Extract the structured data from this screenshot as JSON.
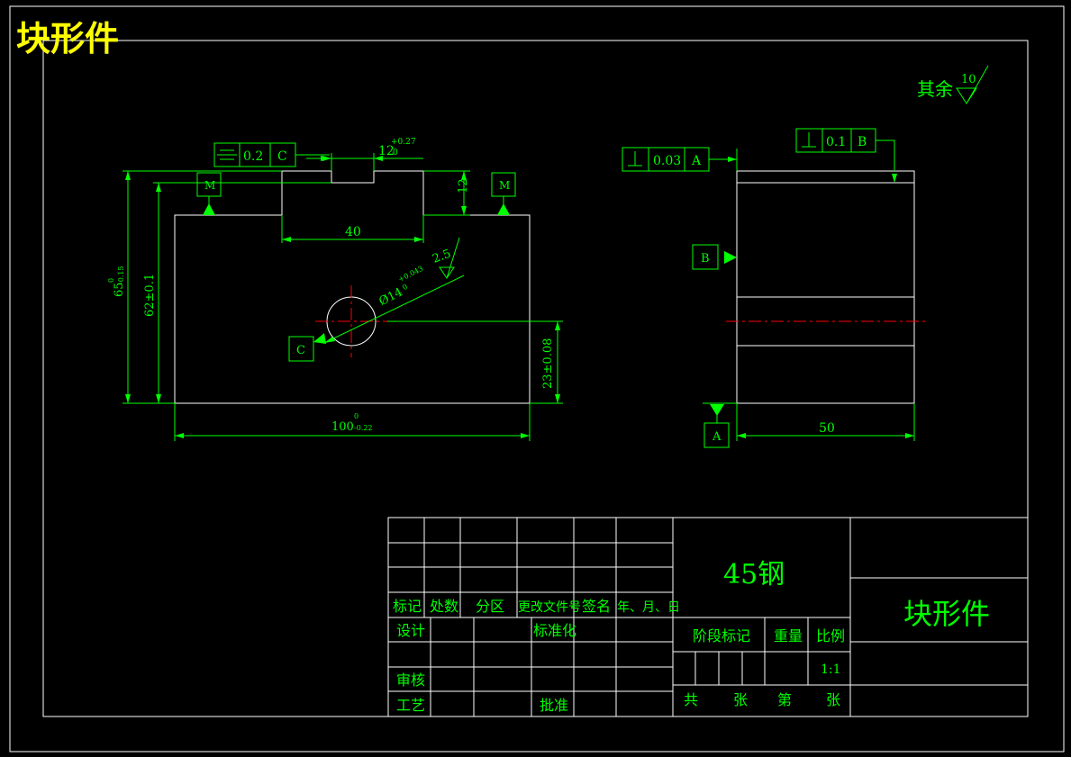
{
  "drawing_title": "块形件",
  "surface_finish": {
    "prefix": "其余",
    "value": "10"
  },
  "front_view": {
    "symmetry_frame": {
      "tol": "0.2",
      "datum": "C"
    },
    "slot_width": {
      "nominal": "12",
      "upper": "+0.27",
      "lower": "0"
    },
    "slot_depth": "12",
    "slot_spacing": "40",
    "hole": {
      "label": "Ø14",
      "upper": "+0.043",
      "lower": "0"
    },
    "roughness": "2.5",
    "height_outer": {
      "nominal": "65",
      "upper": "0",
      "lower": "-0.15"
    },
    "height_inner": "62±0.1",
    "hole_height": "23±0.08",
    "width": {
      "nominal": "100",
      "upper": "0",
      "lower": "-0.22"
    },
    "datum_m": "M",
    "datum_c": "C"
  },
  "side_view": {
    "perp_frame_1": {
      "tol": "0.03",
      "datum": "A"
    },
    "perp_frame_2": {
      "tol": "0.1",
      "datum": "B"
    },
    "datum_b": "B",
    "datum_a": "A",
    "thickness": "50"
  },
  "title_block": {
    "material": "45钢",
    "part_name": "块形件",
    "headers": [
      "标记",
      "处数",
      "分区",
      "更改文件号",
      "签名",
      "年、月、日"
    ],
    "design": "设计",
    "standardize": "标准化",
    "review": "审核",
    "process": "工艺",
    "approve": "批准",
    "stage_mark": "阶段标记",
    "weight": "重量",
    "ratio": "比例",
    "scale": "1:1",
    "total": "共",
    "sheets": "张",
    "page": "第",
    "sheet2": "张"
  }
}
